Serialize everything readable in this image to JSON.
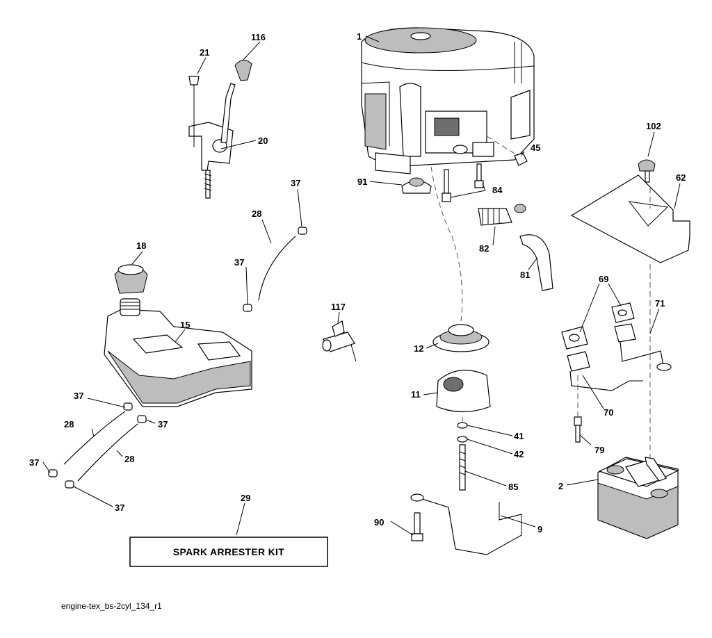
{
  "callouts": [
    {
      "id": "c1",
      "text": "1"
    },
    {
      "id": "c116",
      "text": "116"
    },
    {
      "id": "c21",
      "text": "21"
    },
    {
      "id": "c20",
      "text": "20"
    },
    {
      "id": "c45",
      "text": "45"
    },
    {
      "id": "c102",
      "text": "102"
    },
    {
      "id": "c37a",
      "text": "37"
    },
    {
      "id": "c28a",
      "text": "28"
    },
    {
      "id": "c91",
      "text": "91"
    },
    {
      "id": "c84",
      "text": "84"
    },
    {
      "id": "c62",
      "text": "62"
    },
    {
      "id": "c18",
      "text": "18"
    },
    {
      "id": "c37b",
      "text": "37"
    },
    {
      "id": "c82",
      "text": "82"
    },
    {
      "id": "c81",
      "text": "81"
    },
    {
      "id": "c69",
      "text": "69"
    },
    {
      "id": "c71",
      "text": "71"
    },
    {
      "id": "c117",
      "text": "117"
    },
    {
      "id": "c15",
      "text": "15"
    },
    {
      "id": "c12",
      "text": "12"
    },
    {
      "id": "c11",
      "text": "11"
    },
    {
      "id": "c70",
      "text": "70"
    },
    {
      "id": "c37c",
      "text": "37"
    },
    {
      "id": "c37d",
      "text": "37"
    },
    {
      "id": "c28b",
      "text": "28"
    },
    {
      "id": "c41",
      "text": "41"
    },
    {
      "id": "c79",
      "text": "79"
    },
    {
      "id": "c28c",
      "text": "28"
    },
    {
      "id": "c42",
      "text": "42"
    },
    {
      "id": "c37e",
      "text": "37"
    },
    {
      "id": "c85",
      "text": "85"
    },
    {
      "id": "c2",
      "text": "2"
    },
    {
      "id": "c37f",
      "text": "37"
    },
    {
      "id": "c29",
      "text": "29"
    },
    {
      "id": "c90",
      "text": "90"
    },
    {
      "id": "c9",
      "text": "9"
    }
  ],
  "kit_box": {
    "label": "SPARK ARRESTER KIT"
  },
  "caption": "engine-tex_bs-2cyl_134_r1"
}
